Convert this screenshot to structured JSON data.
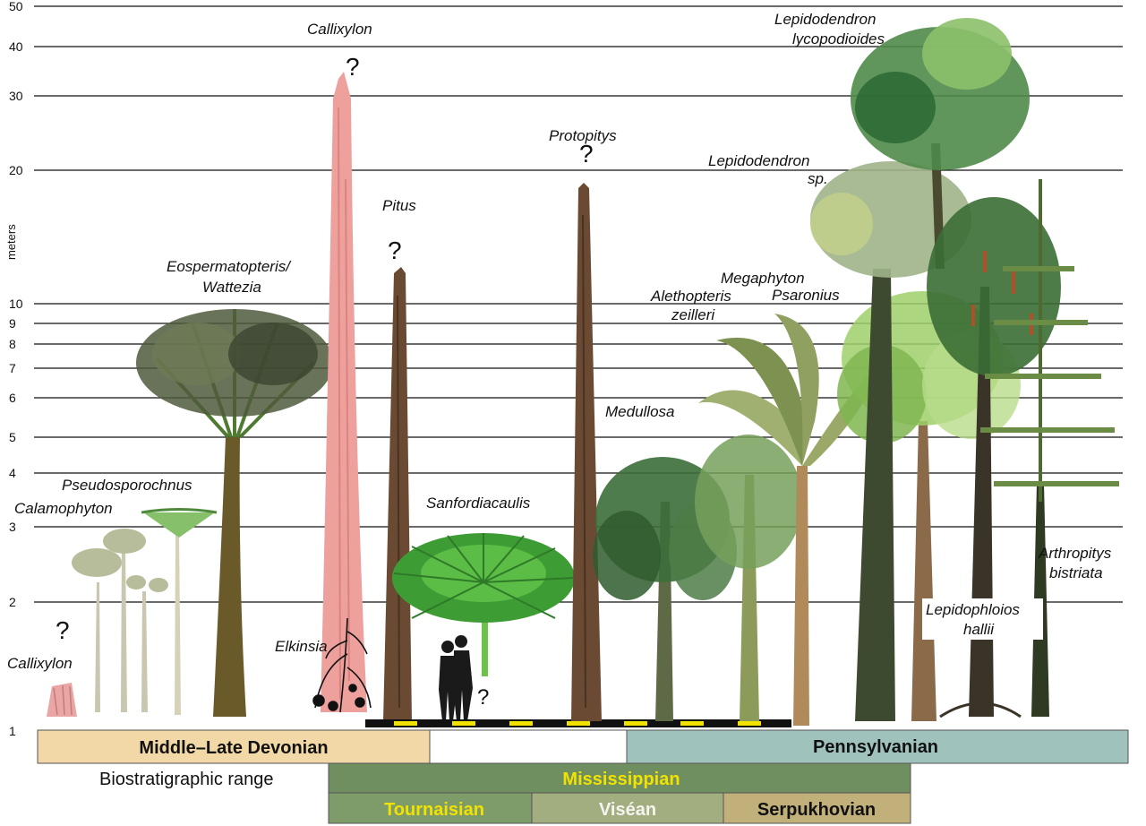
{
  "axis": {
    "label": "meters",
    "scale": "log",
    "ticks": [
      "50",
      "40",
      "30",
      "20",
      "10",
      "9",
      "8",
      "7",
      "6",
      "5",
      "4",
      "3",
      "2",
      "1"
    ]
  },
  "taxa": {
    "callixylon_small": "Callixylon",
    "calamophyton": "Calamophyton",
    "pseudosporochnus": "Pseudosporochnus",
    "eospermatopteris": [
      "Eospermatopteris/",
      "Wattezia"
    ],
    "callixylon_tall": "Callixylon",
    "elkinsia": "Elkinsia",
    "pitus": "Pitus",
    "sanfordiacaulis": "Sanfordiacaulis",
    "protopitys": "Protopitys",
    "medullosa": "Medullosa",
    "alethopteris": [
      "Alethopteris",
      "zeilleri"
    ],
    "megaphyton": "Megaphyton",
    "psaronius": "Psaronius",
    "lepidodendron_sp": [
      "Lepidodendron",
      "sp."
    ],
    "lepidodendron_lyco": [
      "Lepidodendron",
      "lycopodioides"
    ],
    "lepidophloios": [
      "Lepidophloios",
      "hallii"
    ],
    "arthropitys": [
      "Arthropitys",
      "bistriata"
    ]
  },
  "uncertain_mark": "?",
  "periods": {
    "devonian": "Middle–Late Devonian",
    "pennsylvanian": "Pennsylvanian",
    "mississippian": "Mississippian",
    "tournaisian": "Tournaisian",
    "visean": "Viséan",
    "serpukhovian": "Serpukhovian",
    "range_label": "Biostratigraphic range"
  },
  "colors": {
    "devonian": "#f2d8a6",
    "pennsylvanian": "#9fc2bd",
    "mississippian": "#6f8f60",
    "tournaisian": "#7e9c6a",
    "visean": "#a3ae80",
    "serpukhovian": "#c2b07a",
    "highlight_text": "#f2e200",
    "callixylon_trunk": "#e89a98",
    "wood_trunk": "#6b4a33",
    "sanfordiacaulis": "#3fae3a"
  }
}
